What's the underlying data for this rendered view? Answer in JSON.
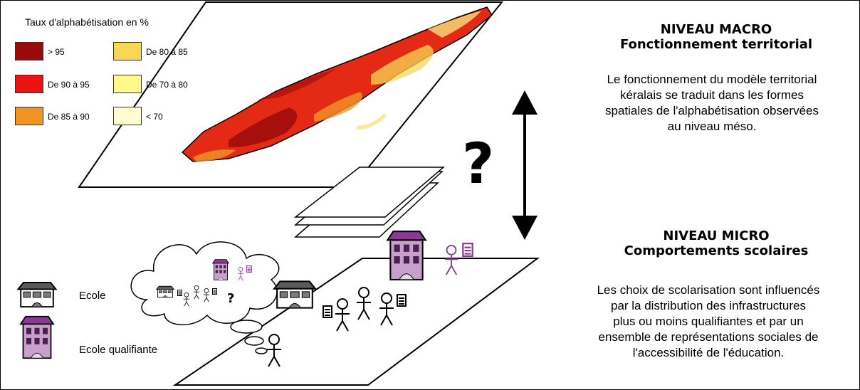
{
  "legend": {
    "title": "Taux d'alphabétisation en %",
    "items": [
      {
        "label": "> 95",
        "color": "#9b0a0a"
      },
      {
        "label": "De 90 à 95",
        "color": "#ec1212"
      },
      {
        "label": "De 85 à 90",
        "color": "#f09525"
      },
      {
        "label": "De 80 à 85",
        "color": "#f8d754"
      },
      {
        "label": "De 70 à 80",
        "color": "#fcf889"
      },
      {
        "label": "< 70",
        "color": "#fefcd0"
      }
    ]
  },
  "macro": {
    "heading1": "NIVEAU MACRO",
    "heading2": "Fonctionnement territorial",
    "text_lines": [
      "Le fonctionnement du modèle territorial",
      "kéralais se traduit dans les formes",
      "spatiales de l'alphabétisation observées",
      "au niveau méso."
    ]
  },
  "micro": {
    "heading1": "NIVEAU MICRO",
    "heading2": "Comportements scolaires",
    "text_lines": [
      "Les choix de scolarisation sont influencés",
      "par la distribution des infrastructures",
      "plus ou moins qualifiantes et par un",
      "ensemble de représentations sociales de",
      "l'accessibilité de l'éducation."
    ]
  },
  "question_mark": "?",
  "thought_question_mark": "?",
  "key": {
    "school_label": "Ecole",
    "qualifying_school_label": "Ecole qualifiante"
  },
  "colors": {
    "school": "#5a5a5a",
    "qualifying_school": "#8a3a94",
    "qualifying_school_body": "#c9a0cc"
  }
}
